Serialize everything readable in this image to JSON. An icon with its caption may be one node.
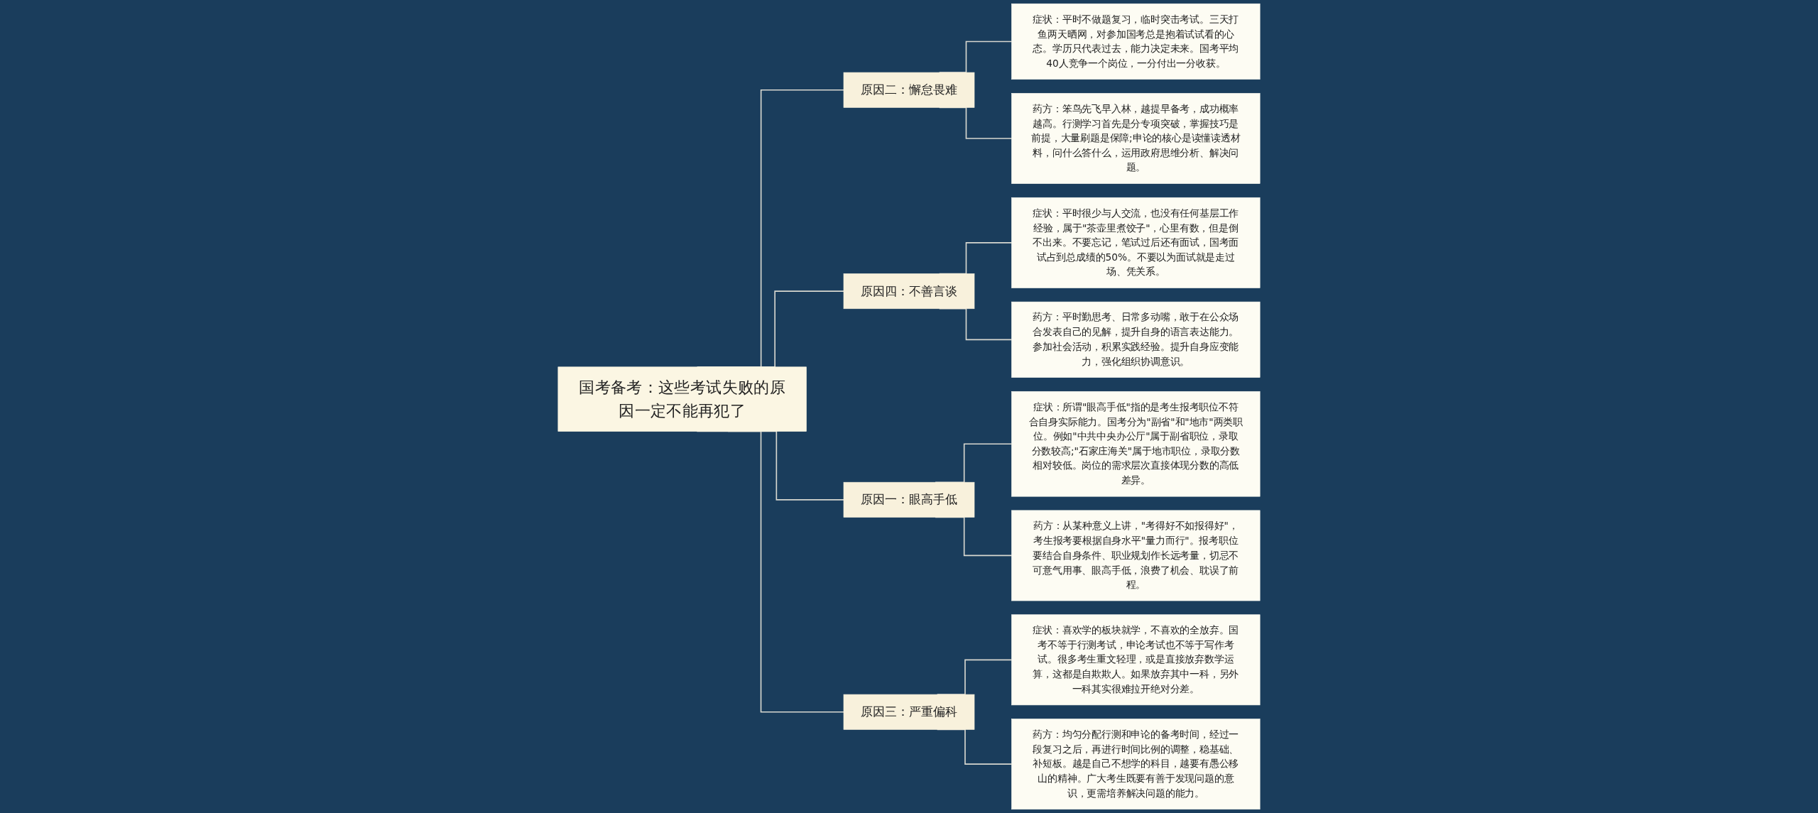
{
  "diagram": {
    "nodes": [
      {
        "text": [
          "国考备考：这些考试失败的原因一定不能再犯了"
        ]
      },
      {
        "text": [
          "原因二：懈怠畏难"
        ]
      },
      {
        "text": [
          "症状：平时不做题复习，临时突击考试。三天打鱼两天晒网，对参加国考总是抱着试试看的心态。学历只代表过去，能力决定未来。国考平均40人竞争一个岗位，一分付出一分收获。"
        ]
      },
      {
        "text": [
          "药方：笨鸟先飞早入林，越提早备考，成功概率越高。行测学习首先是分专项突破，掌握技巧是前提，大量刷题是保障;申论的核心是读懂读透材料，问什么答什么，运用政府思维分析、解决问题。"
        ]
      },
      {
        "text": [
          "原因四：不善言谈"
        ]
      },
      {
        "text": [
          "症状：平时很少与人交流，也没有任何基层工作经验，属于\"茶壶里煮饺子\"，心里有数，但是倒不出来。不要忘记，笔试过后还有面试，国考面试占到总成绩的50%。不要以为面试就是走过场、凭关系。"
        ]
      },
      {
        "text": [
          "药方：平时勤思考、日常多动嘴，敢于在公众场合发表自己的见解，提升自身的语言表达能力。参加社会活动，积累实践经验。提升自身应变能力，强化组织协调意识。"
        ]
      },
      {
        "text": [
          "原因一：眼高手低"
        ]
      },
      {
        "text": [
          "症状：所谓\"眼高手低\"指的是考生报考职位不符合自身实际能力。国考分为\"副省\"和\"地市\"两类职位。例如\"中共中央办公厅\"属于副省职位，录取分数较高;\"石家庄海关\"属于地市职位，录取分数相对较低。岗位的需求层次直接体现分数的高低差异。"
        ]
      },
      {
        "text": [
          "药方：从某种意义上讲，\"考得好不如报得好\"，考生报考要根据自身水平\"量力而行\"。报考职位要结合自身条件、职业规划作长远考量，切忌不可意气用事、眼高手低，浪费了机会、耽误了前程。"
        ]
      },
      {
        "text": [
          "原因三：严重偏科"
        ]
      },
      {
        "text": [
          "症状：喜欢学的板块就学，不喜欢的全放弃。国考不等于行测考试，申论考试也不等于写作考试。很多考生重文轻理，或是直接放弃数学运算，这都是自欺欺人。如果放弃其中一科，另外一科其实很难拉开绝对分差。"
        ]
      },
      {
        "text": [
          "药方：均匀分配行测和申论的备考时间，经过一段复习之后，再进行时间比例的调整，稳基础、补短板。越是自己不想学的科目，越要有愚公移山的精神。广大考生既要有善于发现问题的意识，更需培养解决问题的能力。"
        ]
      }
    ],
    "edges": [
      {
        "from": 0,
        "to": 1,
        "arrow": "none"
      },
      {
        "from": 1,
        "to": 2,
        "arrow": "none"
      },
      {
        "from": 1,
        "to": 3,
        "arrow": "none"
      },
      {
        "from": 0,
        "to": 4,
        "arrow": "none"
      },
      {
        "from": 4,
        "to": 5,
        "arrow": "none"
      },
      {
        "from": 4,
        "to": 6,
        "arrow": "none"
      },
      {
        "from": 0,
        "to": 7,
        "arrow": "none"
      },
      {
        "from": 7,
        "to": 8,
        "arrow": "none"
      },
      {
        "from": 7,
        "to": 9,
        "arrow": "none"
      },
      {
        "from": 0,
        "to": 10,
        "arrow": "none"
      },
      {
        "from": 10,
        "to": 11,
        "arrow": "none"
      },
      {
        "from": 10,
        "to": 12,
        "arrow": "none"
      }
    ]
  }
}
